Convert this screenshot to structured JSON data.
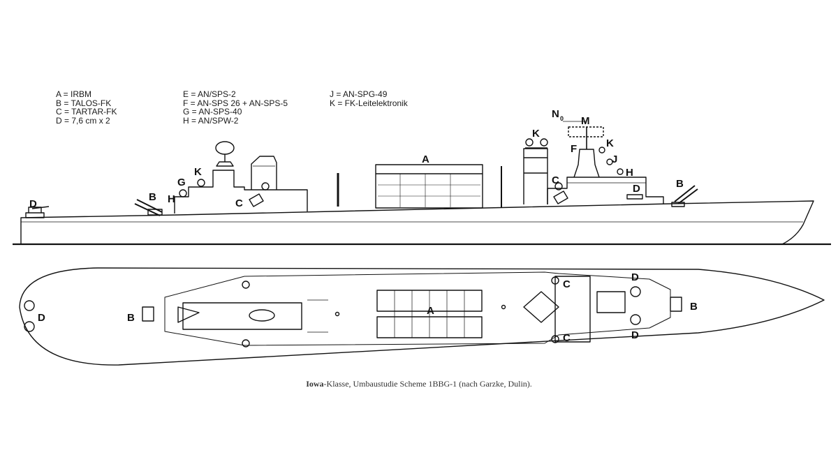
{
  "legend": {
    "col1": [
      "A = IRBM",
      "B = TALOS-FK",
      "C = TARTAR-FK",
      "D = 7,6 cm x 2"
    ],
    "col2": [
      "E = AN/SPS-2",
      "F = AN-SPS 26 + AN-SPS-5",
      "G = AN-SPS-40",
      "H = AN/SPW-2"
    ],
    "col3": [
      "J = AN-SPG-49",
      "K = FK-Leitelektronik"
    ]
  },
  "labels": {
    "A": "A",
    "B": "B",
    "C": "C",
    "D": "D",
    "F": "F",
    "G": "G",
    "H": "H",
    "J": "J",
    "K": "K",
    "M": "M",
    "N": "N",
    "N_sub": "0"
  },
  "caption": {
    "bold": "Iowa",
    "rest": "-Klasse, Umbaustudie Scheme 1BBG-1 (nach Garzke, Dulin)."
  },
  "colors": {
    "ink": "#111111",
    "paper": "#ffffff"
  }
}
